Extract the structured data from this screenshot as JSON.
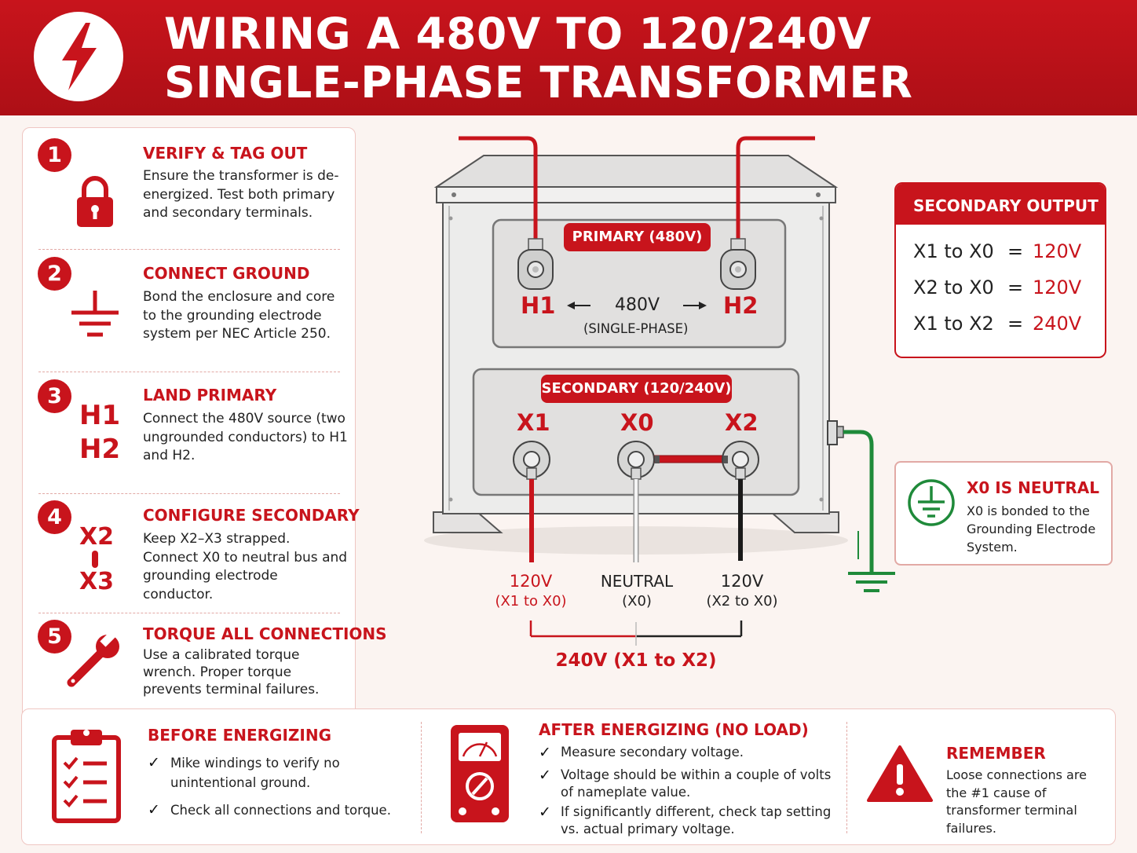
{
  "header": {
    "title_line1": "WIRING A 480V TO 120/240V",
    "title_line2": "SINGLE-PHASE TRANSFORMER"
  },
  "steps": [
    {
      "num": "1",
      "title": "VERIFY & TAG OUT",
      "text": "Ensure the transformer is de-energized. Test both primary and secondary terminals."
    },
    {
      "num": "2",
      "title": "CONNECT GROUND",
      "text": "Bond the enclosure and core to the grounding electrode system per NEC Article 250."
    },
    {
      "num": "3",
      "title": "LAND PRIMARY",
      "text": "Connect the 480V source (two ungrounded conductors) to H1 and H2.",
      "icon_top": "H1",
      "icon_bottom": "H2"
    },
    {
      "num": "4",
      "title": "CONFIGURE SECONDARY",
      "text": "Keep X2–X3 strapped. Connect X0 to neutral bus and grounding electrode conductor.",
      "icon_top": "X2",
      "icon_bottom": "X3"
    },
    {
      "num": "5",
      "title": "TORQUE ALL CONNECTIONS",
      "text": "Use a calibrated torque wrench. Proper torque prevents terminal failures."
    }
  ],
  "diagram": {
    "primary_label": "PRIMARY (480V)",
    "h1": "H1",
    "h2": "H2",
    "primary_voltage": "480V",
    "primary_phase": "(SINGLE-PHASE)",
    "secondary_label": "SECONDARY (120/240V)",
    "x1": "X1",
    "x0": "X0",
    "x2": "X2",
    "out_left_v": "120V",
    "out_left_sub": "(X1 to X0)",
    "out_mid_v": "NEUTRAL",
    "out_mid_sub": "(X0)",
    "out_right_v": "120V",
    "out_right_sub": "(X2 to X0)",
    "total": "240V (X1 to X2)",
    "colors": {
      "accent": "#c8141c",
      "ground": "#1f8a3a",
      "hot_black": "#1a1a1a",
      "neutral": "#e8e8e8"
    }
  },
  "secondary_output": {
    "heading": "SECONDARY OUTPUT",
    "rows": [
      {
        "pair": "X1 to X0",
        "eq": "=",
        "value": "120V"
      },
      {
        "pair": "X2 to X0",
        "eq": "=",
        "value": "120V"
      },
      {
        "pair": "X1 to X2",
        "eq": "=",
        "value": "240V"
      }
    ]
  },
  "neutral_note": {
    "title": "X0 IS NEUTRAL",
    "text": "X0 is bonded to the Grounding Electrode System."
  },
  "bottom": {
    "before": {
      "title": "BEFORE ENERGIZING",
      "items": [
        "Mike windings to verify no unintentional ground.",
        "Check all connections and torque."
      ]
    },
    "after": {
      "title": "AFTER ENERGIZING (NO LOAD)",
      "items": [
        "Measure secondary voltage.",
        "Voltage should be within a couple of volts of nameplate value.",
        "If significantly different, check tap setting vs. actual primary voltage."
      ]
    },
    "remember": {
      "title": "REMEMBER",
      "text": "Loose connections are the #1 cause of transformer terminal failures."
    }
  }
}
